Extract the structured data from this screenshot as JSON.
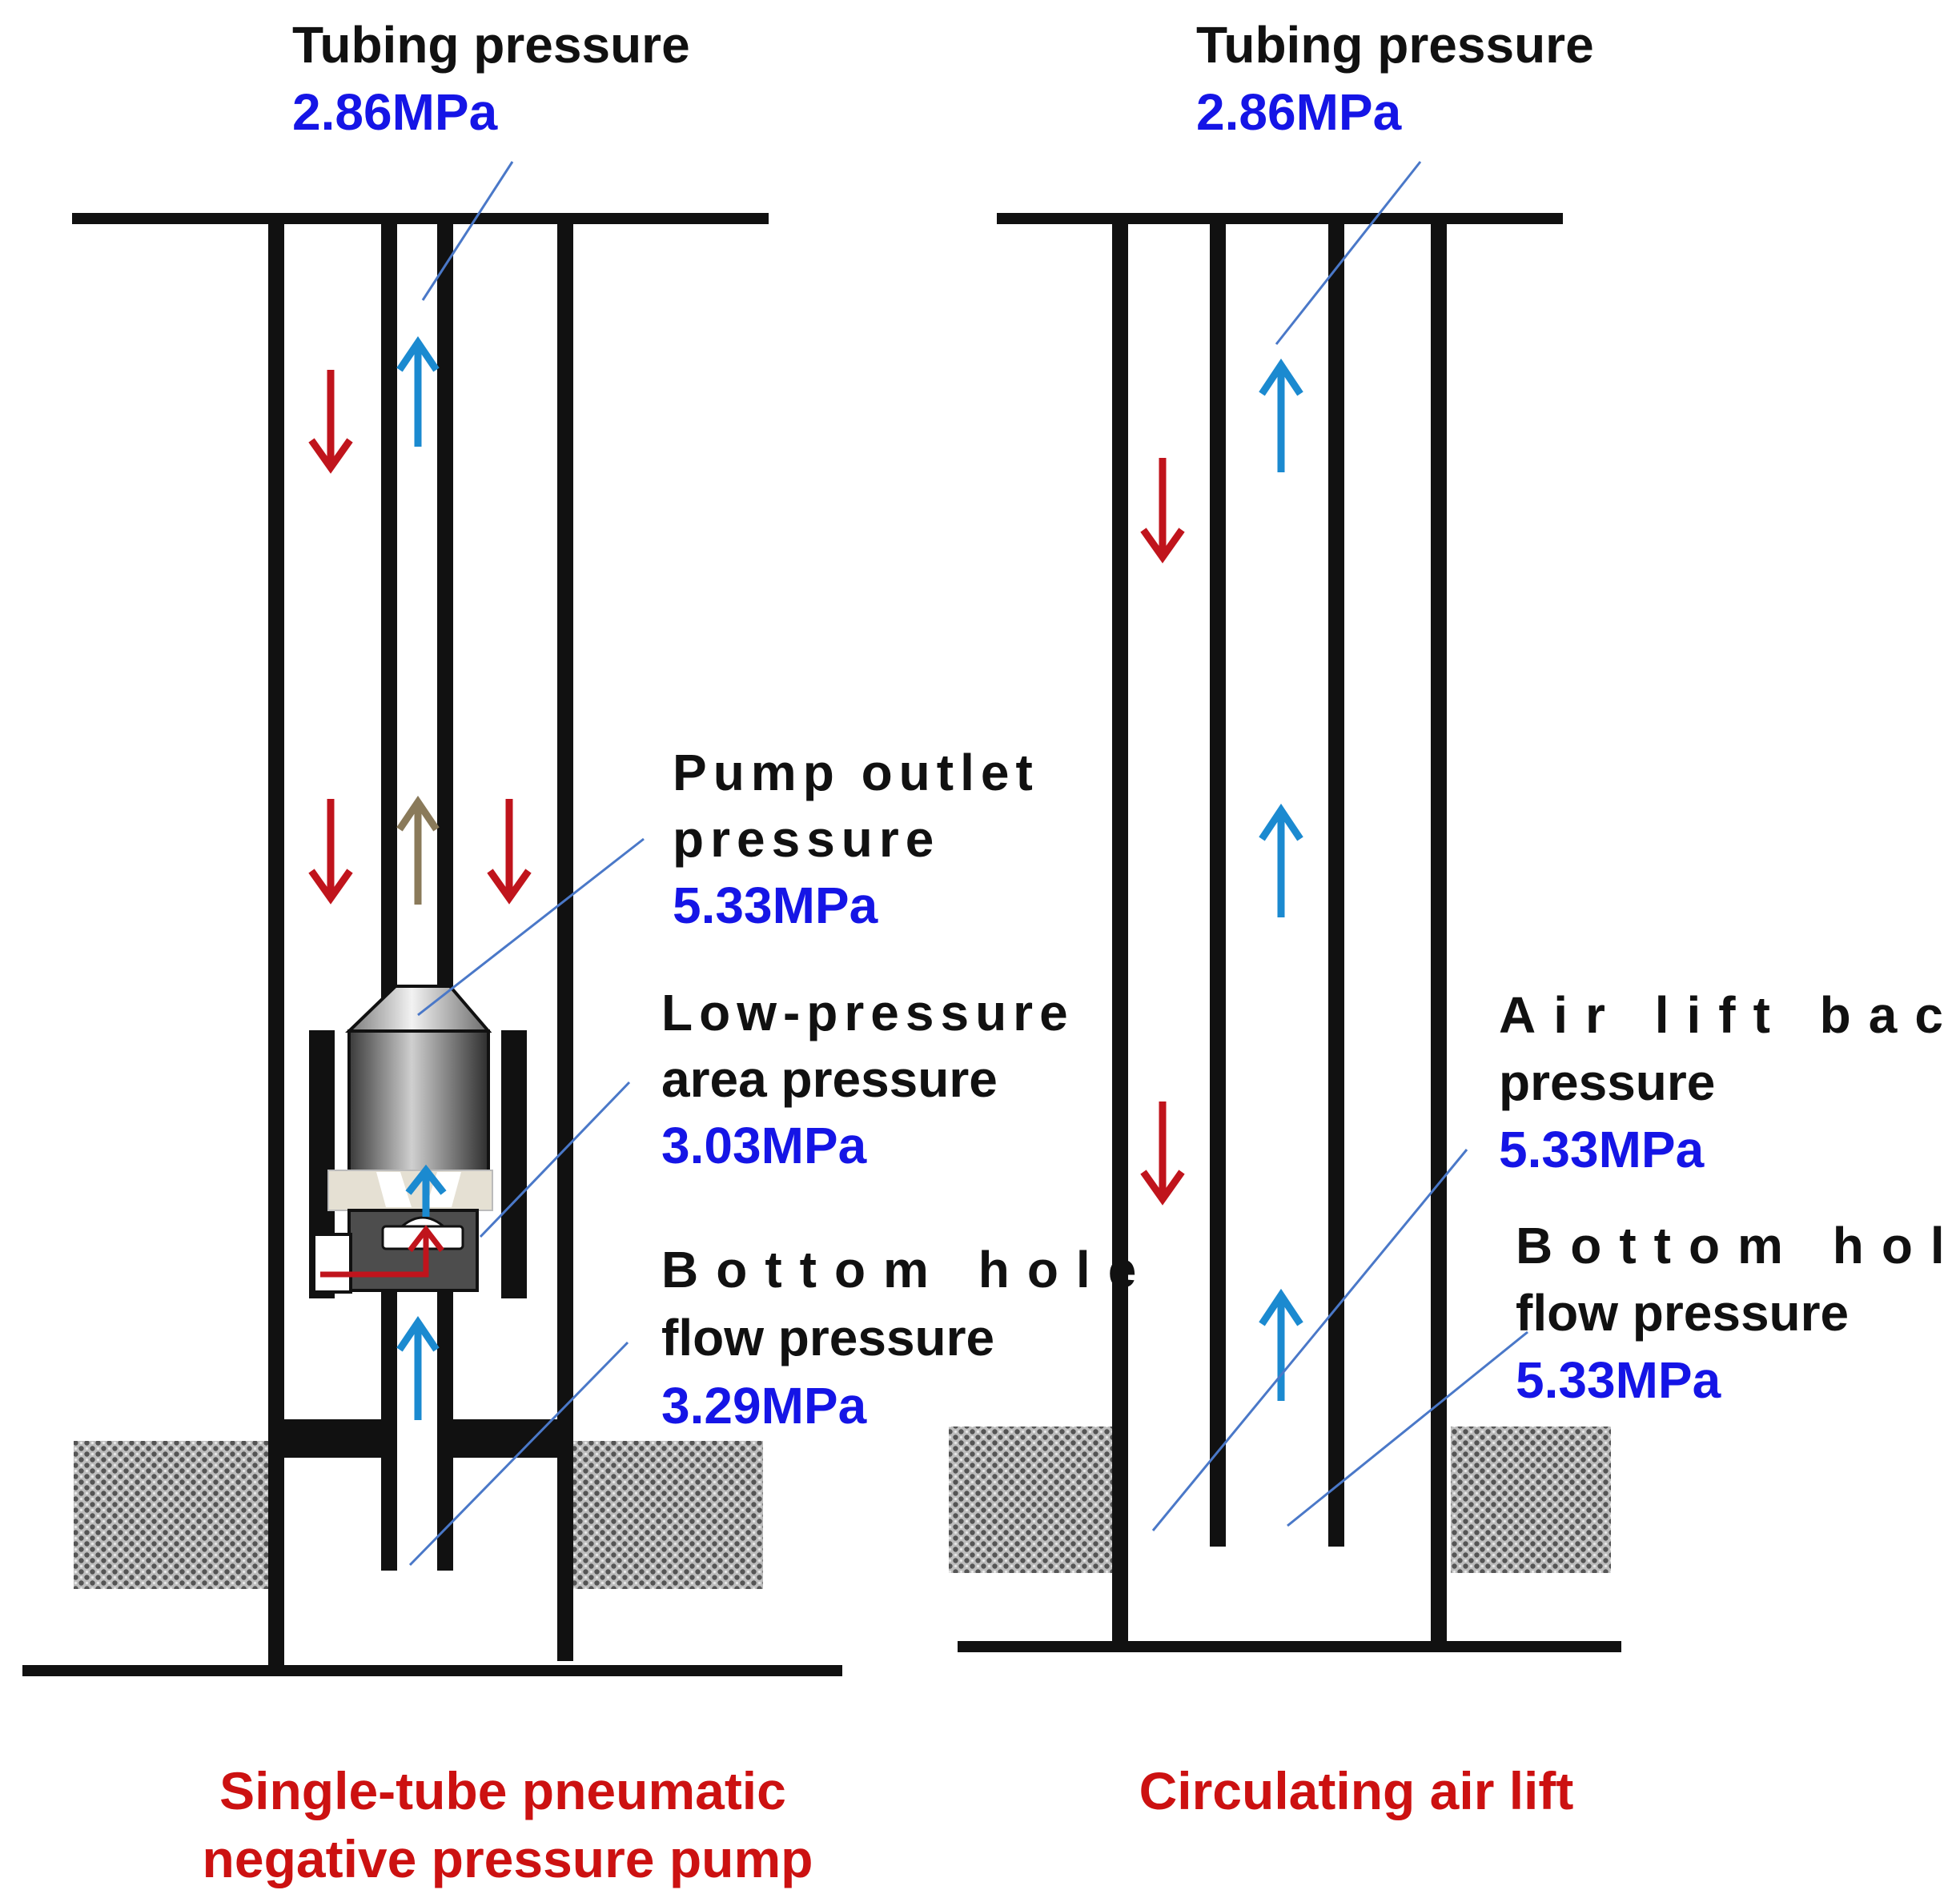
{
  "colors": {
    "pipe": "#111111",
    "label": "#111111",
    "value": "#1515e6",
    "caption": "#cc1111",
    "leader": "#4a78c8",
    "arrow_down": "#c0141c",
    "arrow_up": "#1b8ad0",
    "arrow_mixed": "#8a7a5a",
    "formation": "#777777"
  },
  "left": {
    "labels": {
      "tubing": "Tubing pressure",
      "tubing_value": "2.86MPa",
      "pump_outlet_line1": "Pump outlet",
      "pump_outlet_line2": "pressure",
      "pump_outlet_value": "5.33MPa",
      "low_pressure_line1": "Low-pressure",
      "low_pressure_line2": "area pressure",
      "low_pressure_value": "3.03MPa",
      "bottom_hole_line1": "Bottom hole",
      "bottom_hole_line2": "flow pressure",
      "bottom_hole_value": "3.29MPa"
    },
    "caption_line1": "Single-tube pneumatic",
    "caption_line2": "negative pressure pump"
  },
  "right": {
    "labels": {
      "tubing": "Tubing pressure",
      "tubing_value": "2.86MPa",
      "air_lift_line1": "Air lift back",
      "air_lift_line2": "pressure",
      "air_lift_value": "5.33MPa",
      "bottom_hole_line1": "Bottom hole",
      "bottom_hole_line2": "flow pressure",
      "bottom_hole_value": "5.33MPa"
    },
    "caption": "Circulating air lift"
  }
}
